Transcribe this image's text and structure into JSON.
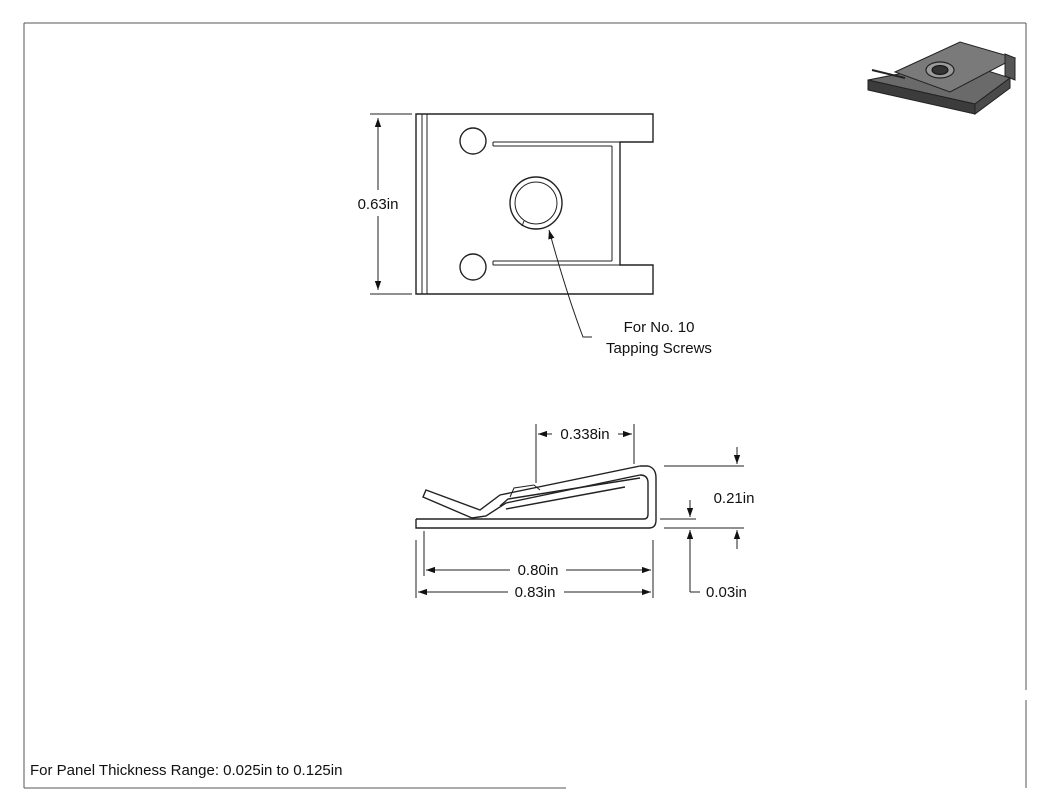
{
  "top_view": {
    "height_dim": "0.63in",
    "callout_line1": "For No. 10",
    "callout_line2": "Tapping Screws"
  },
  "side_view": {
    "offset_dim": "0.338in",
    "height_dim": "0.21in",
    "inner_length_dim": "0.80in",
    "overall_length_dim": "0.83in",
    "thickness_dim": "0.03in"
  },
  "footer": {
    "note": "For Panel Thickness Range: 0.025in to 0.125in"
  },
  "iso_preview": {
    "icon": "u-nut-isometric-icon"
  },
  "colors": {
    "line": "#222222",
    "frame": "#555555",
    "iso_fill": "#5a5a5a"
  }
}
